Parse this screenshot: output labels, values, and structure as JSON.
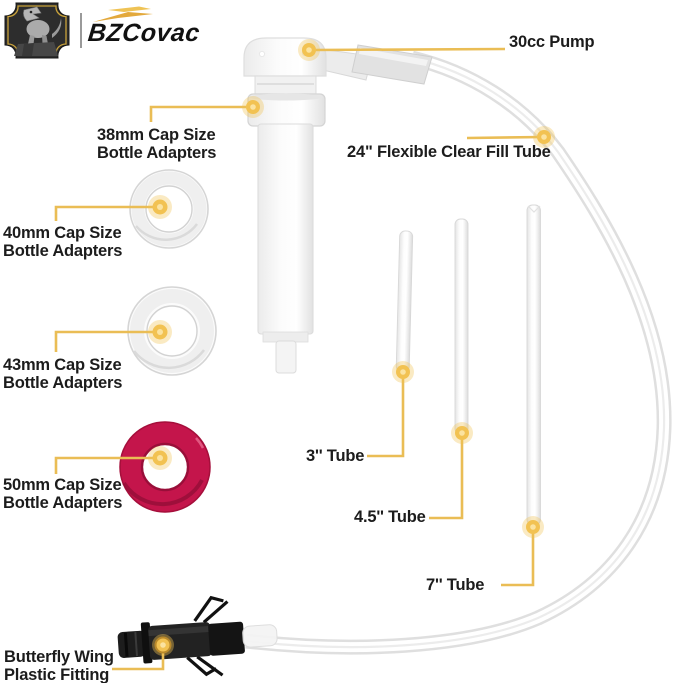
{
  "brand": {
    "name": "BZCovac",
    "badge": "dinosaur-badge"
  },
  "parts": {
    "pump": {
      "label": "30cc Pump"
    },
    "fill_tube": {
      "label": "24\" Flexible Clear Fill Tube"
    },
    "adapter_38mm": {
      "line1": "38mm Cap Size",
      "line2": "Bottle Adapters"
    },
    "adapter_40mm": {
      "line1": "40mm Cap Size",
      "line2": "Bottle Adapters"
    },
    "adapter_43mm": {
      "line1": "43mm Cap Size",
      "line2": "Bottle Adapters"
    },
    "adapter_50mm": {
      "line1": "50mm Cap Size",
      "line2": "Bottle Adapters"
    },
    "tube_3in": {
      "label": "3'' Tube"
    },
    "tube_45in": {
      "label": "4.5'' Tube"
    },
    "tube_7in": {
      "label": "7'' Tube"
    },
    "fitting": {
      "line1": "Butterfly Wing",
      "line2": "Plastic Fitting"
    }
  },
  "colors": {
    "callout_line": "#EABD55",
    "callout_dot": "#F2C252",
    "adapter_red": "#C4154B",
    "label_text": "#1C1C1C",
    "brand_gold": "#D9A62E"
  }
}
